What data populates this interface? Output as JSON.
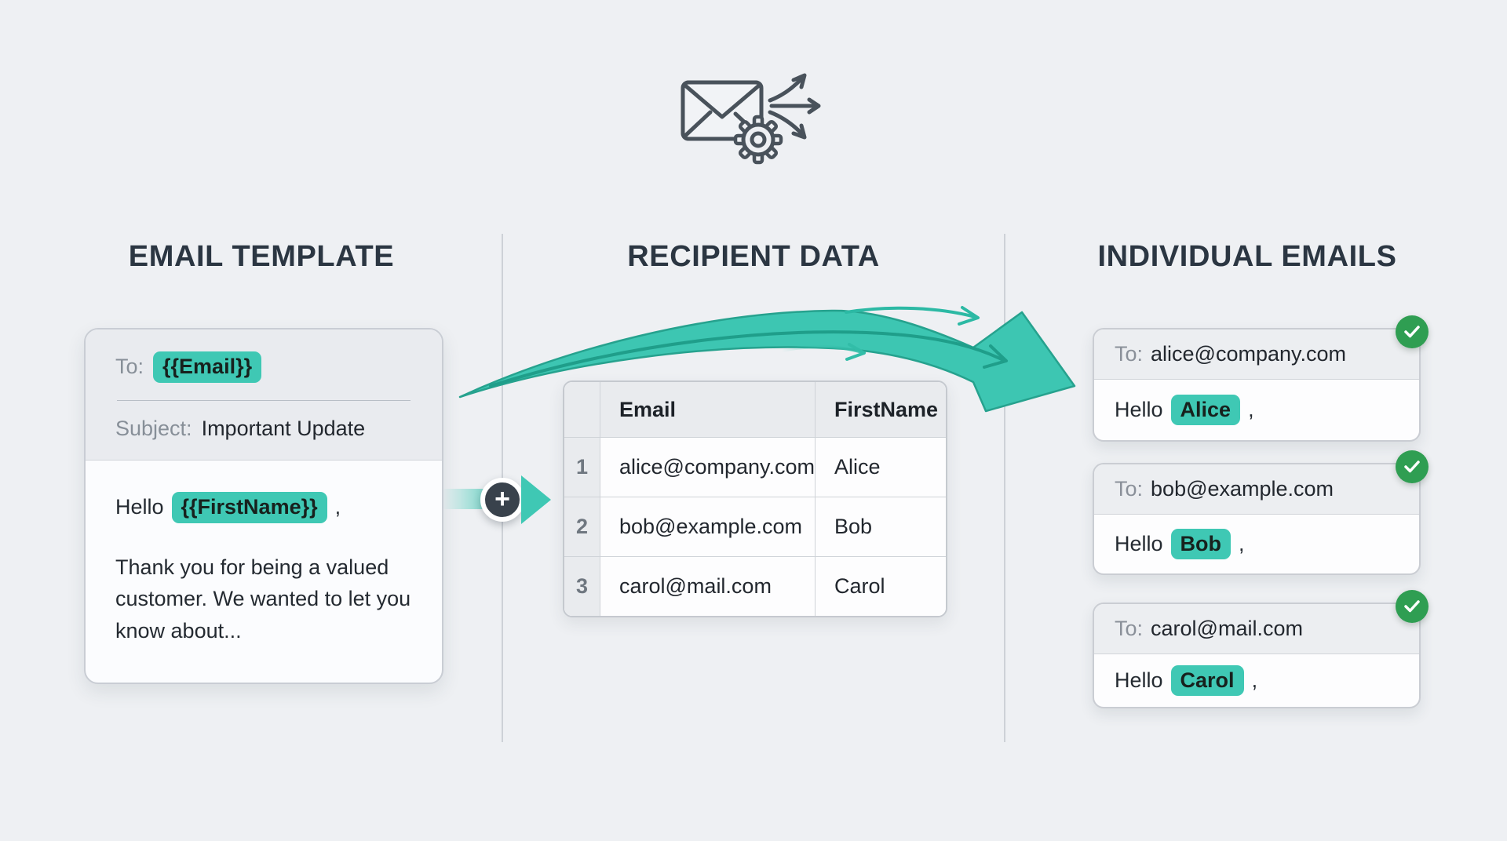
{
  "colors": {
    "background": "#eef0f3",
    "accent_teal": "#3fc8b4",
    "accent_teal_dark": "#1f9e8a",
    "success_green": "#2f9e52",
    "heading_ink": "#2b3642",
    "text_ink": "#22272e",
    "muted_gray": "#878f98"
  },
  "template_section": {
    "heading": "EMAIL TEMPLATE",
    "card": {
      "to_label": "To:",
      "to_variable": "{{Email}}",
      "subject_label": "Subject:",
      "subject_value": "Important Update",
      "greeting_prefix": "Hello",
      "greeting_variable": "{{FirstName}}",
      "greeting_comma": ",",
      "body_text": "Thank you for being a valued customer. We wanted to let you know about..."
    }
  },
  "connector": {
    "plus_symbol": "+"
  },
  "recipient_section": {
    "heading": "RECIPIENT DATA",
    "table": {
      "row_number_header": "",
      "email_header": "Email",
      "firstname_header": "FirstName",
      "rows": [
        {
          "n": "1",
          "email": "alice@company.com",
          "name": "Alice"
        },
        {
          "n": "2",
          "email": "bob@example.com",
          "name": "Bob"
        },
        {
          "n": "3",
          "email": "carol@mail.com",
          "name": "Carol"
        }
      ]
    }
  },
  "output_section": {
    "heading": "INDIVIDUAL EMAILS",
    "emails": [
      {
        "to_label": "To:",
        "address": "alice@company.com",
        "greeting_prefix": "Hello",
        "name": "Alice",
        "comma": ","
      },
      {
        "to_label": "To:",
        "address": "bob@example.com",
        "greeting_prefix": "Hello",
        "name": "Bob",
        "comma": ","
      },
      {
        "to_label": "To:",
        "address": "carol@mail.com",
        "greeting_prefix": "Hello",
        "name": "Carol",
        "comma": ","
      }
    ]
  }
}
